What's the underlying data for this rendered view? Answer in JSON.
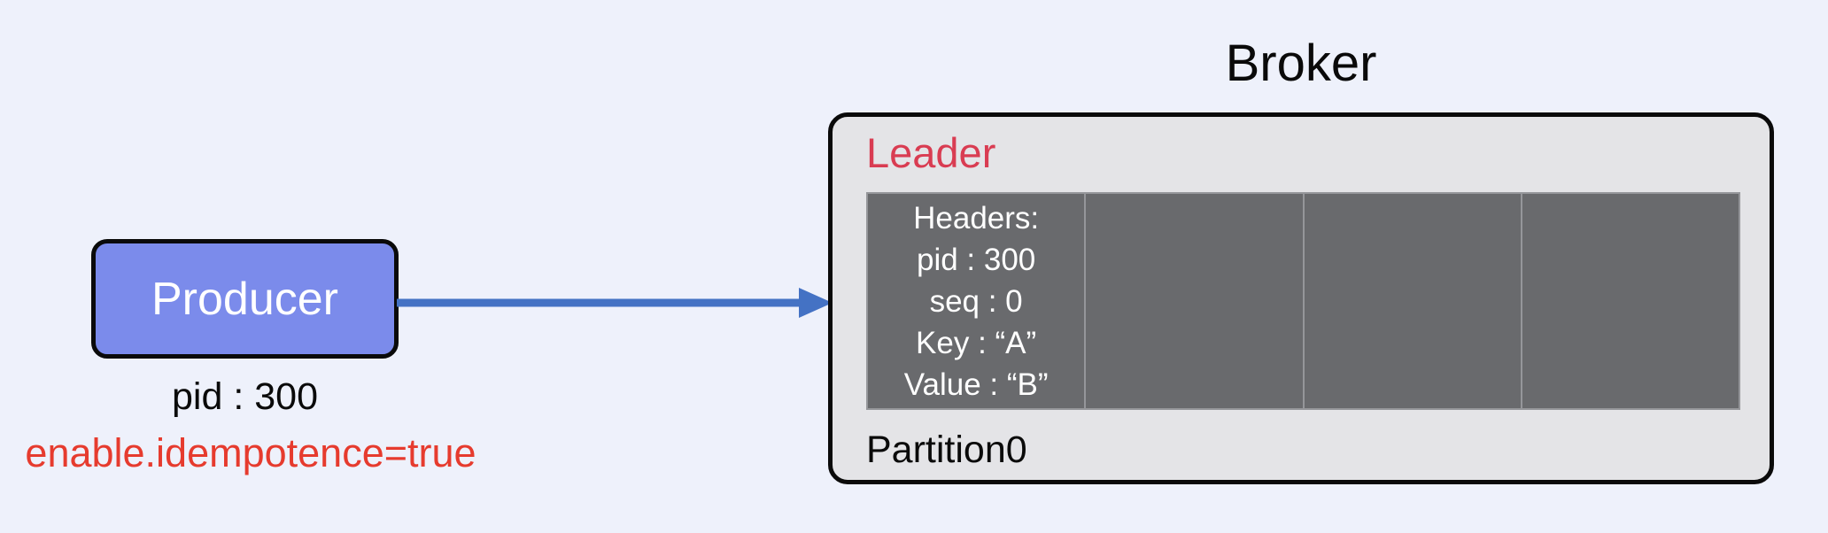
{
  "colors": {
    "background": "#EEF1FB",
    "producer_fill": "#7B8BEB",
    "producer_border": "#0A0A0A",
    "producer_text": "#FFFFFF",
    "arrow": "#4472C4",
    "text_primary": "#0A0A0A",
    "leader_text": "#D93C52",
    "config_text": "#E63B2E",
    "broker_fill": "#E4E4E7",
    "broker_border": "#0A0A0A",
    "log_outline": "#95969A",
    "log_cell_fill": "#696A6D",
    "log_text": "#FFFFFF"
  },
  "producer": {
    "label": "Producer",
    "pid": "pid : 300",
    "config": "enable.idempotence=true"
  },
  "broker": {
    "title": "Broker",
    "leader": "Leader",
    "partition": "Partition0",
    "record": {
      "lines": [
        "Headers:",
        "pid : 300",
        "seq : 0",
        "Key : “A”",
        "Value : “B”"
      ]
    },
    "empty_cell_count": 3
  }
}
